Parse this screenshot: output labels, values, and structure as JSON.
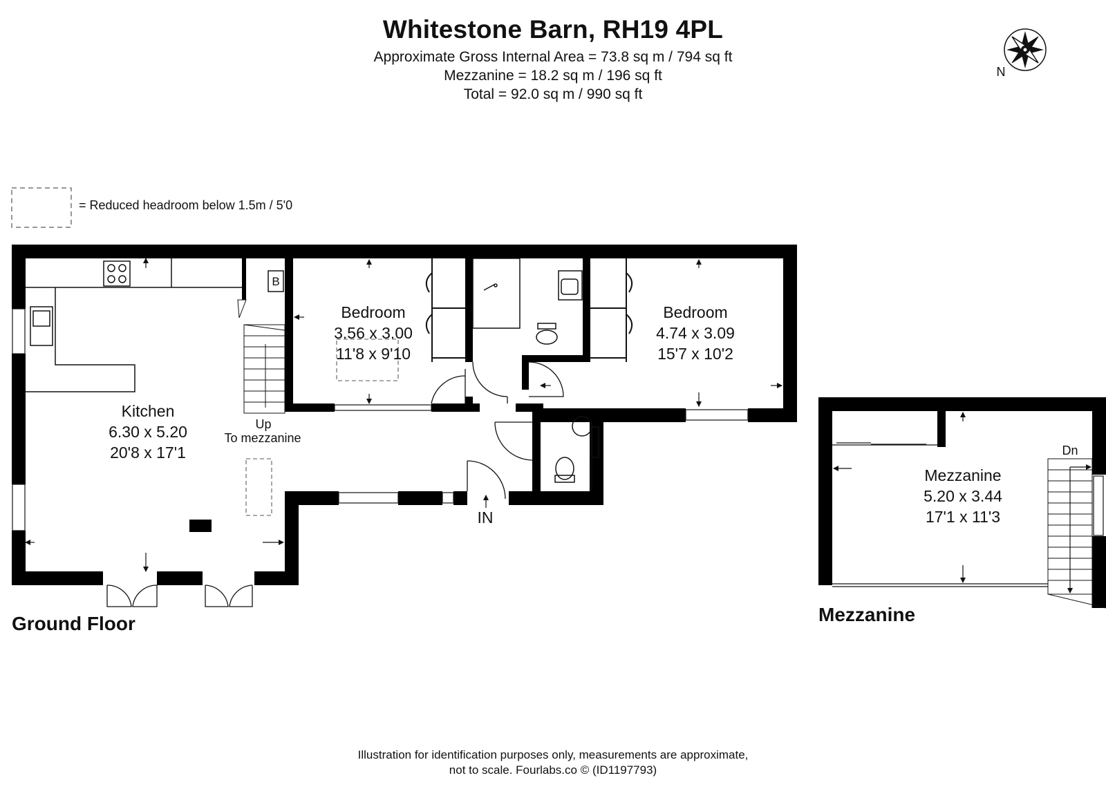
{
  "header": {
    "title": "Whitestone Barn, RH19 4PL",
    "area_gross": "Approximate Gross Internal Area = 73.8 sq m / 794 sq ft",
    "area_mezzanine": "Mezzanine = 18.2 sq m / 196 sq ft",
    "area_total": "Total = 92.0 sq m / 990 sq ft"
  },
  "compass": {
    "label": "N",
    "icon": "compass-rose-icon"
  },
  "legend": {
    "text": "= Reduced headroom below 1.5m / 5'0"
  },
  "ground_floor": {
    "label": "Ground Floor",
    "kitchen": {
      "name": "Kitchen",
      "metric": "6.30 x 5.20",
      "imperial": "20'8 x 17'1"
    },
    "bedroom1": {
      "name": "Bedroom",
      "metric": "3.56 x 3.00",
      "imperial": "11'8 x 9'10"
    },
    "bedroom2": {
      "name": "Bedroom",
      "metric": "4.74 x 3.09",
      "imperial": "15'7 x 10'2"
    },
    "stairs_up": "Up",
    "stairs_note": "To mezzanine",
    "boiler": "B",
    "entrance": "IN"
  },
  "mezzanine": {
    "label": "Mezzanine",
    "room": {
      "name": "Mezzanine",
      "metric": "5.20 x 3.44",
      "imperial": "17'1 x 11'3"
    },
    "stairs_down": "Dn"
  },
  "footer": {
    "line1": "Illustration for identification purposes only, measurements are approximate,",
    "line2": "not to scale. Fourlabs.co © (ID1197793)"
  }
}
